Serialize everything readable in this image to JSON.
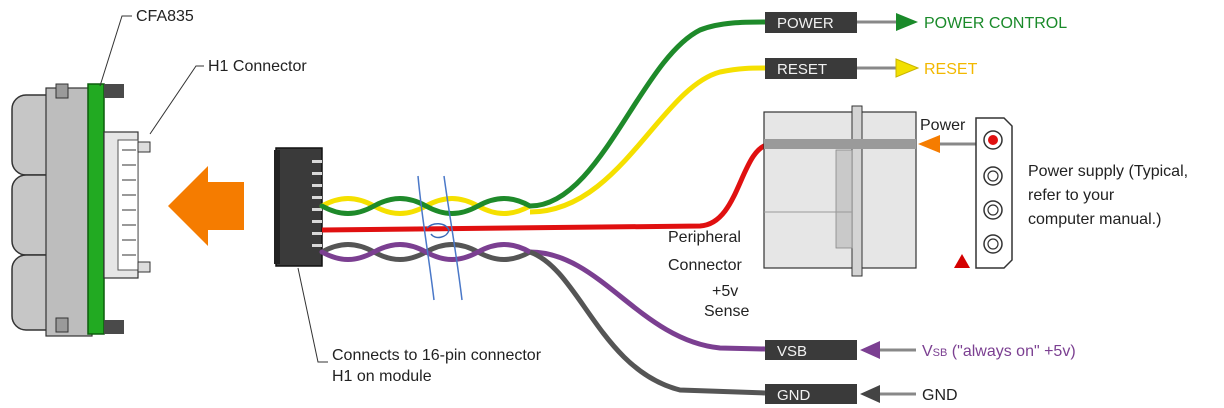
{
  "labels": {
    "cfa835": "CFA835",
    "h1_connector": "H1 Connector",
    "connects_line1": "Connects to 16-pin connector",
    "connects_line2": "H1 on module",
    "peripheral_line1": "Peripheral",
    "peripheral_line2": "Connector",
    "sense_line1": "+5v",
    "sense_line2": "Sense",
    "power_pin": "Power",
    "psu_line1": "Power supply (Typical,",
    "psu_line2": "refer to your",
    "psu_line3": "computer manual.)"
  },
  "wires": [
    {
      "tag": "POWER",
      "target": "POWER CONTROL",
      "color": "#1a8a2a"
    },
    {
      "tag": "RESET",
      "target": "RESET",
      "color": "#f2c200"
    },
    {
      "tag": "VSB",
      "target_main": "V",
      "target_sub": "SB",
      "target_rest": " (\"always on\" +5v)",
      "color": "#7b3f91"
    },
    {
      "tag": "GND",
      "target": "GND",
      "color": "#555555"
    }
  ],
  "colors": {
    "green_board": "#22aa22",
    "arrow_orange": "#f57c00",
    "red_wire": "#e01010",
    "yellow_wire": "#f5e000",
    "green_wire": "#1e8a2a",
    "purple_wire": "#7b3f91",
    "gray_wire": "#555555",
    "tag_fill": "#3a3a3a",
    "warning_red": "#d40000"
  },
  "icons": [
    "large-left-arrow-icon",
    "warning-triangle-icon",
    "break-mark-icon"
  ]
}
